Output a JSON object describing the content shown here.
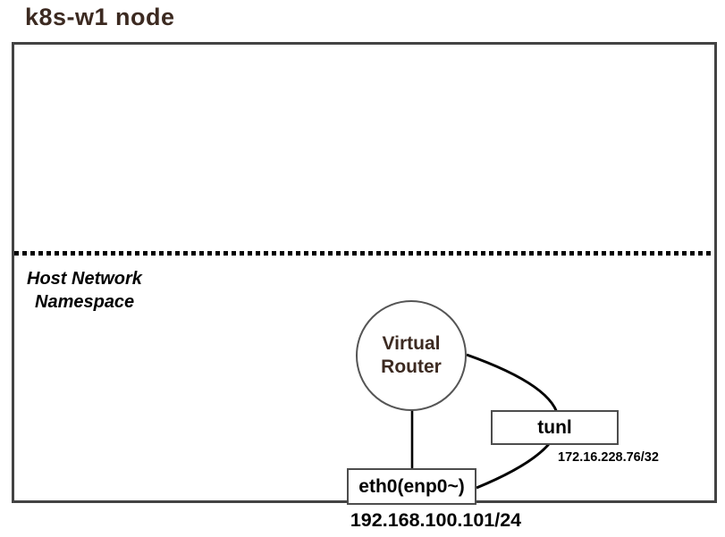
{
  "diagram": {
    "title": "k8s-w1 node",
    "host_namespace": {
      "line1": "Host Network",
      "line2": "Namespace"
    },
    "virtual_router": {
      "line1": "Virtual",
      "line2": "Router"
    },
    "interfaces": {
      "tunl": {
        "label": "tunl",
        "ip": "172.16.228.76/32"
      },
      "eth0": {
        "label": "eth0(enp0~)",
        "ip": "192.168.100.101/24"
      }
    },
    "colors": {
      "title_text": "#3C2A21",
      "node_border": "#434343",
      "shape_border": "#4d4d4d",
      "circle_border": "#555555",
      "connector": "#000000",
      "divider_dots": "#000000"
    }
  }
}
